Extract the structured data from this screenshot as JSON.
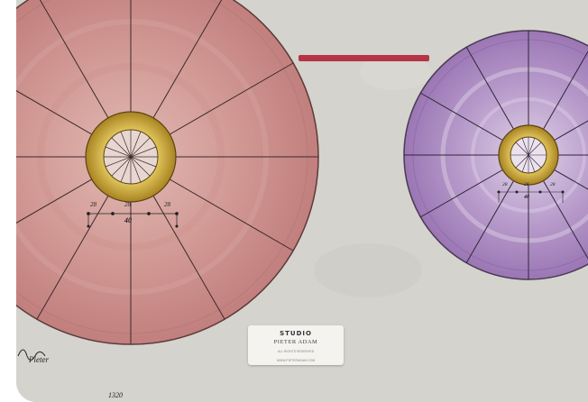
{
  "label": {
    "studio": "STUDIO",
    "name": "PIETER ADAM",
    "fine_line_1": "ALL RIGHTS RESERVED",
    "fine_line_2": "WWW.PIETERADAM.COM"
  },
  "annotations": {
    "left_dim_a": "28",
    "left_dim_b": "28",
    "left_dim_c": "28",
    "left_dim_main": "40",
    "right_dim_a": "28",
    "right_dim_b": "28",
    "right_dim_c": "28",
    "right_dim_main": "40",
    "signature": "Pieter",
    "bottom_note": "1320"
  },
  "colors": {
    "paper": "#d4d3cd",
    "left_disc": "#c98e8b",
    "right_disc": "#a98bbd",
    "gold_ring": "#c9a233",
    "red_stroke": "#b53445"
  }
}
